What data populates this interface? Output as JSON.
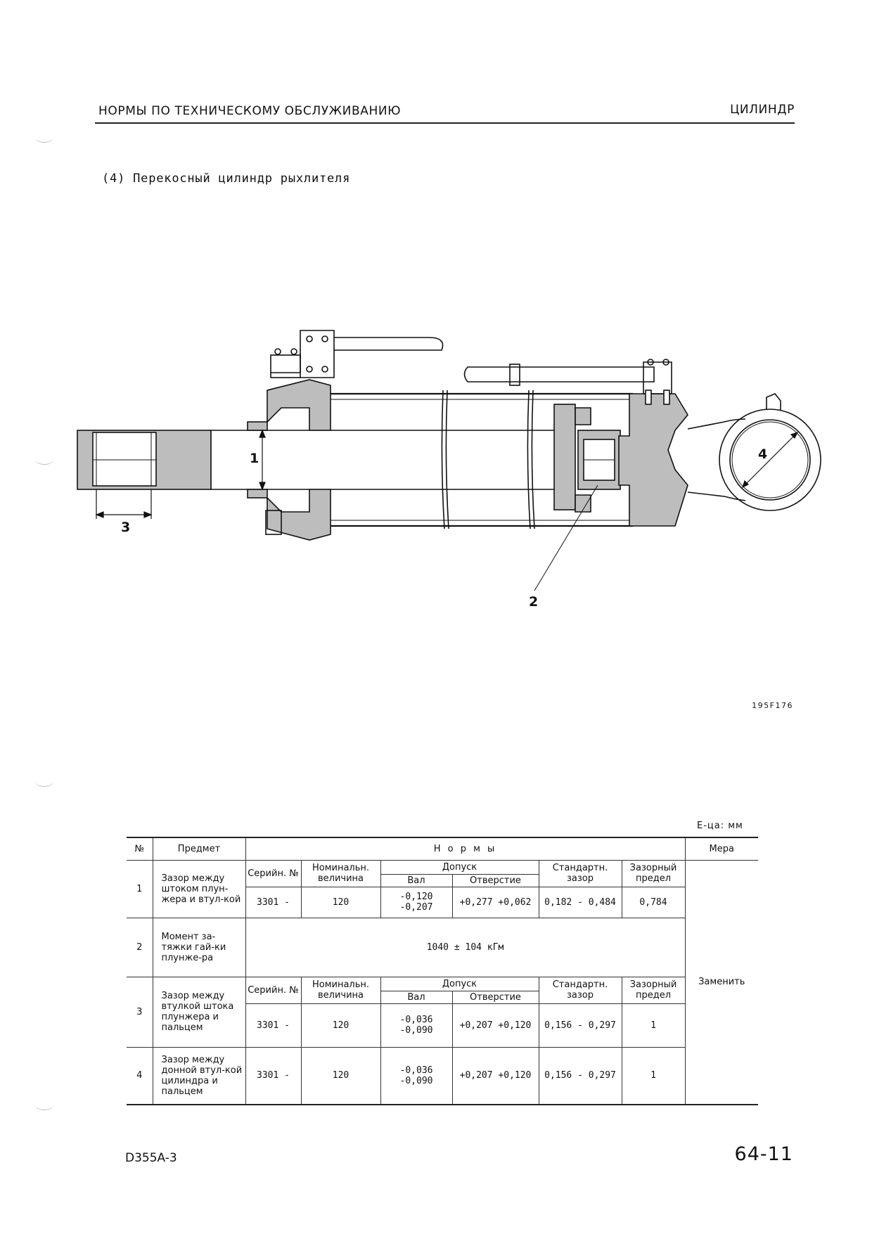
{
  "header": {
    "left": "НОРМЫ ПО ТЕХНИЧЕСКОМУ ОБСЛУЖИВАНИЮ",
    "right": "ЦИЛИНДР"
  },
  "section_title": "(4) Перекосный цилиндр рыхлителя",
  "figure": {
    "callouts": [
      "1",
      "2",
      "3",
      "4"
    ],
    "code": "195F176"
  },
  "table": {
    "units": "Е-ца:  мм",
    "headers": {
      "no": "№",
      "item": "Предмет",
      "norms": "Н о р м ы",
      "measure": "Мера"
    },
    "sub_headers": {
      "serial": "Серийн. №",
      "nominal": "Номинальн. величина",
      "tolerance": "Допуск",
      "shaft": "Вал",
      "hole": "Отверстие",
      "std_clearance": "Стандартн. зазор",
      "clearance_limit": "Зазорный предел"
    },
    "rows": [
      {
        "no": "1",
        "item": "Зазор между штоком плун-жера и втул-кой",
        "serial": "3301 -",
        "nominal": "120",
        "shaft": "-0,120 -0,207",
        "hole": "+0,277 +0,062",
        "std": "0,182 - 0,484",
        "limit": "0,784"
      },
      {
        "no": "2",
        "item": "Момент за-тяжки гай-ки плунже-ра",
        "torque": "1040 ± 104 кГм"
      },
      {
        "no": "3",
        "item": "Зазор между втулкой штока плунжера и пальцем",
        "serial": "3301 -",
        "nominal": "120",
        "shaft": "-0,036 -0,090",
        "hole": "+0,207 +0,120",
        "std": "0,156 - 0,297",
        "limit": "1"
      },
      {
        "no": "4",
        "item": "Зазор между донной втул-кой цилиндра и пальцем",
        "serial": "3301 -",
        "nominal": "120",
        "shaft": "-0,036 -0,090",
        "hole": "+0,207 +0,120",
        "std": "0,156 - 0,297",
        "limit": "1"
      }
    ],
    "measure_action": "Заменить"
  },
  "footer": {
    "model": "D355A-3",
    "page": "64-11"
  }
}
